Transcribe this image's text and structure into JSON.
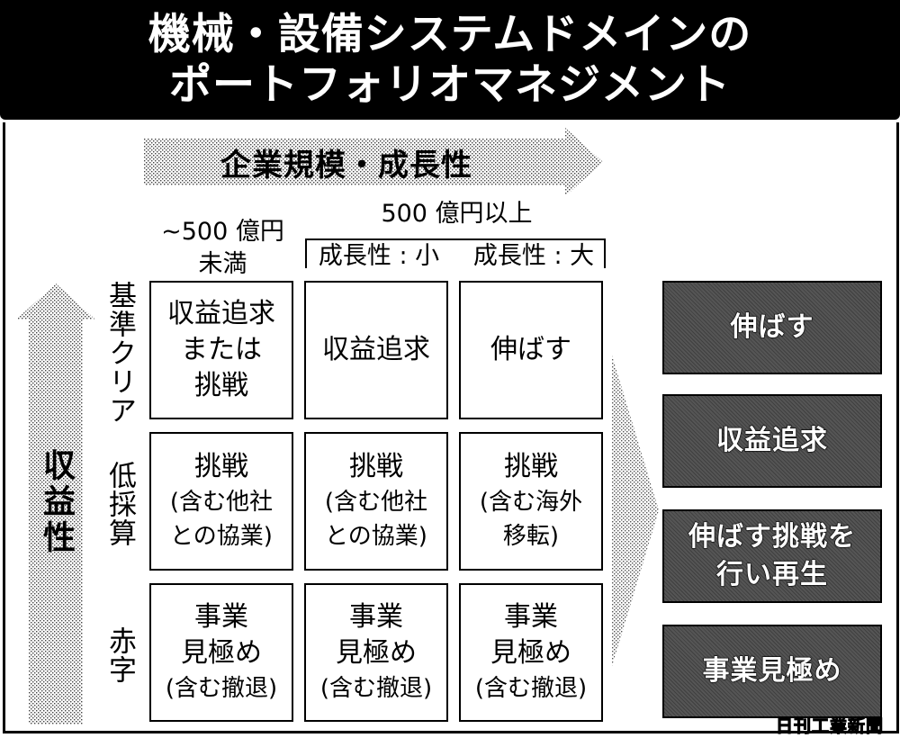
{
  "title": {
    "line1": "機械・設備システムドメインの",
    "line2": "ポートフォリオマネジメント"
  },
  "axis_horizontal": "企業規模・成長性",
  "axis_vertical": "収益性",
  "columns": {
    "small": {
      "line1": "~500 億円",
      "line2": "未満"
    },
    "large": {
      "label": "500 億円以上",
      "sub_small": "成長性 : 小",
      "sub_large": "成長性 : 大"
    }
  },
  "rows": [
    "基準クリア",
    "低採算",
    "赤字"
  ],
  "cells": [
    [
      {
        "main": [
          "収益追求",
          "または",
          "挑戦"
        ],
        "sub": []
      },
      {
        "main": [
          "収益追求"
        ],
        "sub": []
      },
      {
        "main": [
          "伸ばす"
        ],
        "sub": []
      }
    ],
    [
      {
        "main": [
          "挑戦"
        ],
        "sub": [
          "(含む他社",
          "との協業)"
        ]
      },
      {
        "main": [
          "挑戦"
        ],
        "sub": [
          "(含む他社",
          "との協業)"
        ]
      },
      {
        "main": [
          "挑戦"
        ],
        "sub": [
          "(含む海外",
          "移転)"
        ]
      }
    ],
    [
      {
        "main": [
          "事業",
          "見極め"
        ],
        "sub": [
          "(含む撤退)"
        ]
      },
      {
        "main": [
          "事業",
          "見極め"
        ],
        "sub": [
          "(含む撤退)"
        ]
      },
      {
        "main": [
          "事業",
          "見極め"
        ],
        "sub": [
          "(含む撤退)"
        ]
      }
    ]
  ],
  "outcomes": [
    [
      "伸ばす"
    ],
    [
      "収益追求"
    ],
    [
      "伸ばす挑戦を",
      "行い再生"
    ],
    [
      "事業見極め"
    ]
  ],
  "credit": "日刊工業新聞"
}
